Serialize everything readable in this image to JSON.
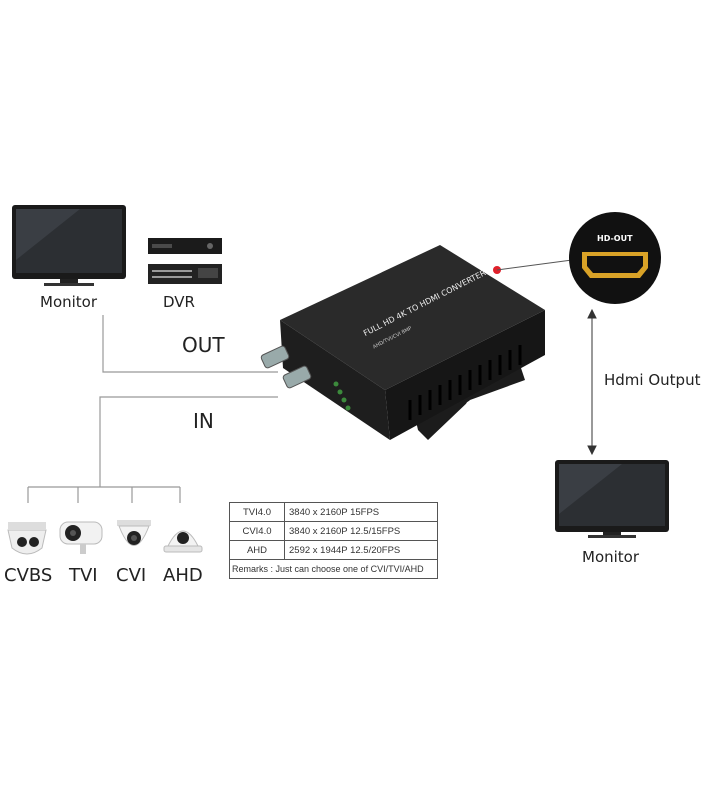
{
  "devices": {
    "monitor_left": "Monitor",
    "dvr": "DVR",
    "monitor_right": "Monitor",
    "converter_title": "FULL HD 4K TO HDMI CONVERTER",
    "converter_subtitle": "AHD/TVI/CVI 8MP",
    "port_label": "HD-OUT"
  },
  "connections": {
    "out": "OUT",
    "in": "IN",
    "hdmi_output": "Hdmi Output"
  },
  "cameras": [
    "CVBS",
    "TVI",
    "CVI",
    "AHD"
  ],
  "spec_table": {
    "rows": [
      {
        "format": "TVI4.0",
        "spec": "3840 x 2160P 15FPS"
      },
      {
        "format": "CVI4.0",
        "spec": "3840 x 2160P 12.5/15FPS"
      },
      {
        "format": "AHD",
        "spec": "2592 x 1944P 12.5/20FPS"
      }
    ],
    "remarks": "Remarks : Just can choose one of CVI/TVI/AHD"
  },
  "colors": {
    "accent_red": "#e0202a",
    "hdmi_gold": "#d9a227"
  }
}
